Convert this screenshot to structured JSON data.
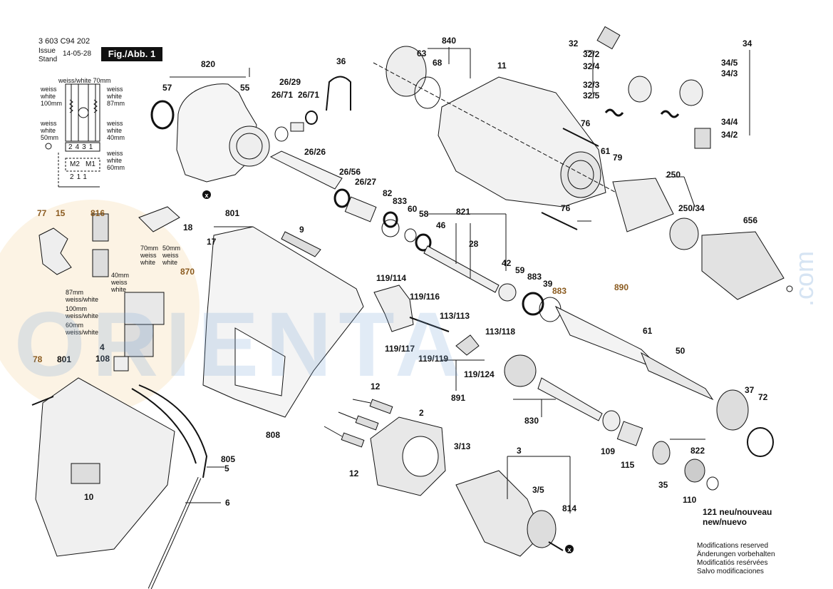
{
  "header": {
    "doc_number": "3 603 C94 202",
    "issue_label_1": "Issue",
    "issue_label_2": "Stand",
    "issue_date": "14-05-28",
    "figure_label": "Fig./Abb. 1"
  },
  "watermark": {
    "text": "ORIENTA",
    "suffix": ".com"
  },
  "footer": {
    "lines": [
      "Modifications reserved",
      "Änderungen vorbehalten",
      "Modificatiós resérvées",
      "Salvo modificaciones"
    ]
  },
  "wiring": {
    "notes": [
      "weiss/white 70mm",
      "weiss",
      "white",
      "100mm",
      "weiss",
      "white",
      "87mm",
      "weiss",
      "white",
      "50mm",
      "weiss",
      "white",
      "40mm",
      "weiss",
      "white",
      "60mm"
    ],
    "terminals": [
      "2",
      "4",
      "3",
      "1"
    ],
    "motors": [
      "M2",
      "M1"
    ],
    "switch_pins": [
      "2",
      "1",
      "1"
    ]
  },
  "switch_notes": {
    "a": "87mm weiss/white",
    "b": "100mm weiss/white",
    "c": "60mm weiss/white",
    "d_e": "70mm weiss white",
    "d2": "50mm weiss white",
    "f": "40mm weiss white"
  },
  "parts": [
    {
      "id": "p820",
      "text": "820",
      "brown": false
    },
    {
      "id": "p57",
      "text": "57",
      "brown": false
    },
    {
      "id": "p55",
      "text": "55",
      "brown": false
    },
    {
      "id": "p26_29",
      "text": "26/29",
      "brown": false
    },
    {
      "id": "p26_71a",
      "text": "26/71",
      "brown": false
    },
    {
      "id": "p26_71b",
      "text": "26/71",
      "brown": false
    },
    {
      "id": "p36",
      "text": "36",
      "brown": false
    },
    {
      "id": "p840",
      "text": "840",
      "brown": false
    },
    {
      "id": "p63",
      "text": "63",
      "brown": false
    },
    {
      "id": "p68",
      "text": "68",
      "brown": false
    },
    {
      "id": "p11",
      "text": "11",
      "brown": false
    },
    {
      "id": "p32",
      "text": "32",
      "brown": false
    },
    {
      "id": "p32_2",
      "text": "32/2",
      "brown": false
    },
    {
      "id": "p32_4",
      "text": "32/4",
      "brown": false
    },
    {
      "id": "p32_3",
      "text": "32/3",
      "brown": false
    },
    {
      "id": "p32_5",
      "text": "32/5",
      "brown": false
    },
    {
      "id": "p34",
      "text": "34",
      "brown": false
    },
    {
      "id": "p34_5",
      "text": "34/5",
      "brown": false
    },
    {
      "id": "p34_3",
      "text": "34/3",
      "brown": false
    },
    {
      "id": "p34_4",
      "text": "34/4",
      "brown": false
    },
    {
      "id": "p34_2",
      "text": "34/2",
      "brown": false
    },
    {
      "id": "p76a",
      "text": "76",
      "brown": false
    },
    {
      "id": "p61a",
      "text": "61",
      "brown": false
    },
    {
      "id": "p79",
      "text": "79",
      "brown": false
    },
    {
      "id": "p250",
      "text": "250",
      "brown": false
    },
    {
      "id": "p250_34",
      "text": "250/34",
      "brown": false
    },
    {
      "id": "p76b",
      "text": "76",
      "brown": false
    },
    {
      "id": "p656",
      "text": "656",
      "brown": false
    },
    {
      "id": "p26_26",
      "text": "26/26",
      "brown": false
    },
    {
      "id": "p26_56",
      "text": "26/56",
      "brown": false
    },
    {
      "id": "p26_27",
      "text": "26/27",
      "brown": false
    },
    {
      "id": "p82",
      "text": "82",
      "brown": false
    },
    {
      "id": "p833",
      "text": "833",
      "brown": false
    },
    {
      "id": "p60",
      "text": "60",
      "brown": false
    },
    {
      "id": "p58",
      "text": "58",
      "brown": false
    },
    {
      "id": "p821",
      "text": "821",
      "brown": false
    },
    {
      "id": "p46",
      "text": "46",
      "brown": false
    },
    {
      "id": "p28",
      "text": "28",
      "brown": false
    },
    {
      "id": "p42",
      "text": "42",
      "brown": false
    },
    {
      "id": "p59",
      "text": "59",
      "brown": false
    },
    {
      "id": "p883a",
      "text": "883",
      "brown": false
    },
    {
      "id": "p39",
      "text": "39",
      "brown": false
    },
    {
      "id": "p883b",
      "text": "883",
      "brown": true
    },
    {
      "id": "p890",
      "text": "890",
      "brown": true
    },
    {
      "id": "p61b",
      "text": "61",
      "brown": false
    },
    {
      "id": "p50",
      "text": "50",
      "brown": false
    },
    {
      "id": "p37",
      "text": "37",
      "brown": false
    },
    {
      "id": "p72",
      "text": "72",
      "brown": false
    },
    {
      "id": "p822",
      "text": "822",
      "brown": false
    },
    {
      "id": "p77",
      "text": "77",
      "brown": true
    },
    {
      "id": "p15",
      "text": "15",
      "brown": true
    },
    {
      "id": "p816",
      "text": "816",
      "brown": true
    },
    {
      "id": "p18",
      "text": "18",
      "brown": false
    },
    {
      "id": "p801a",
      "text": "801",
      "brown": false
    },
    {
      "id": "p17",
      "text": "17",
      "brown": false
    },
    {
      "id": "p9",
      "text": "9",
      "brown": false
    },
    {
      "id": "p870",
      "text": "870",
      "brown": true
    },
    {
      "id": "p4",
      "text": "4",
      "brown": false
    },
    {
      "id": "p108",
      "text": "108",
      "brown": false
    },
    {
      "id": "p78",
      "text": "78",
      "brown": true
    },
    {
      "id": "p801b",
      "text": "801",
      "brown": false
    },
    {
      "id": "p808",
      "text": "808",
      "brown": false
    },
    {
      "id": "p119_114",
      "text": "119/114",
      "brown": false
    },
    {
      "id": "p119_116",
      "text": "119/116",
      "brown": false
    },
    {
      "id": "p113_113",
      "text": "113/113",
      "brown": false
    },
    {
      "id": "p113_118",
      "text": "113/118",
      "brown": false
    },
    {
      "id": "p119_117",
      "text": "119/117",
      "brown": false
    },
    {
      "id": "p119_119",
      "text": "119/119",
      "brown": false
    },
    {
      "id": "p119_124",
      "text": "119/124",
      "brown": false
    },
    {
      "id": "p891",
      "text": "891",
      "brown": false
    },
    {
      "id": "p830",
      "text": "830",
      "brown": false
    },
    {
      "id": "p109",
      "text": "109",
      "brown": false
    },
    {
      "id": "p115",
      "text": "115",
      "brown": false
    },
    {
      "id": "p35",
      "text": "35",
      "brown": false
    },
    {
      "id": "p110",
      "text": "110",
      "brown": false
    },
    {
      "id": "p121",
      "text": "121 neu/nouveau",
      "brown": false
    },
    {
      "id": "p121b",
      "text": "new/nuevo",
      "brown": false
    },
    {
      "id": "p12a",
      "text": "12",
      "brown": false
    },
    {
      "id": "p12b",
      "text": "12",
      "brown": false
    },
    {
      "id": "p2",
      "text": "2",
      "brown": false
    },
    {
      "id": "p3_13",
      "text": "3/13",
      "brown": false
    },
    {
      "id": "p3",
      "text": "3",
      "brown": false
    },
    {
      "id": "p3_5",
      "text": "3/5",
      "brown": false
    },
    {
      "id": "p814",
      "text": "814",
      "brown": false
    },
    {
      "id": "p805",
      "text": "805",
      "brown": false
    },
    {
      "id": "p5",
      "text": "5",
      "brown": false
    },
    {
      "id": "p6",
      "text": "6",
      "brown": false
    },
    {
      "id": "p10",
      "text": "10",
      "brown": false
    }
  ]
}
